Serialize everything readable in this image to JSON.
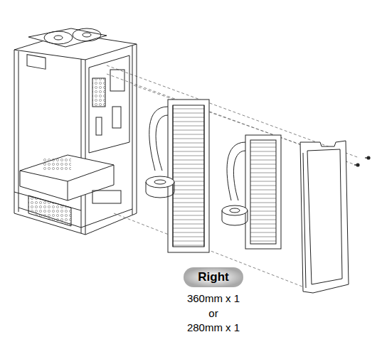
{
  "diagram": {
    "nodes": [
      {
        "text": [
          "Right"
        ]
      }
    ],
    "labels": [
      "360mm x 1",
      "or",
      "280mm x 1"
    ]
  }
}
